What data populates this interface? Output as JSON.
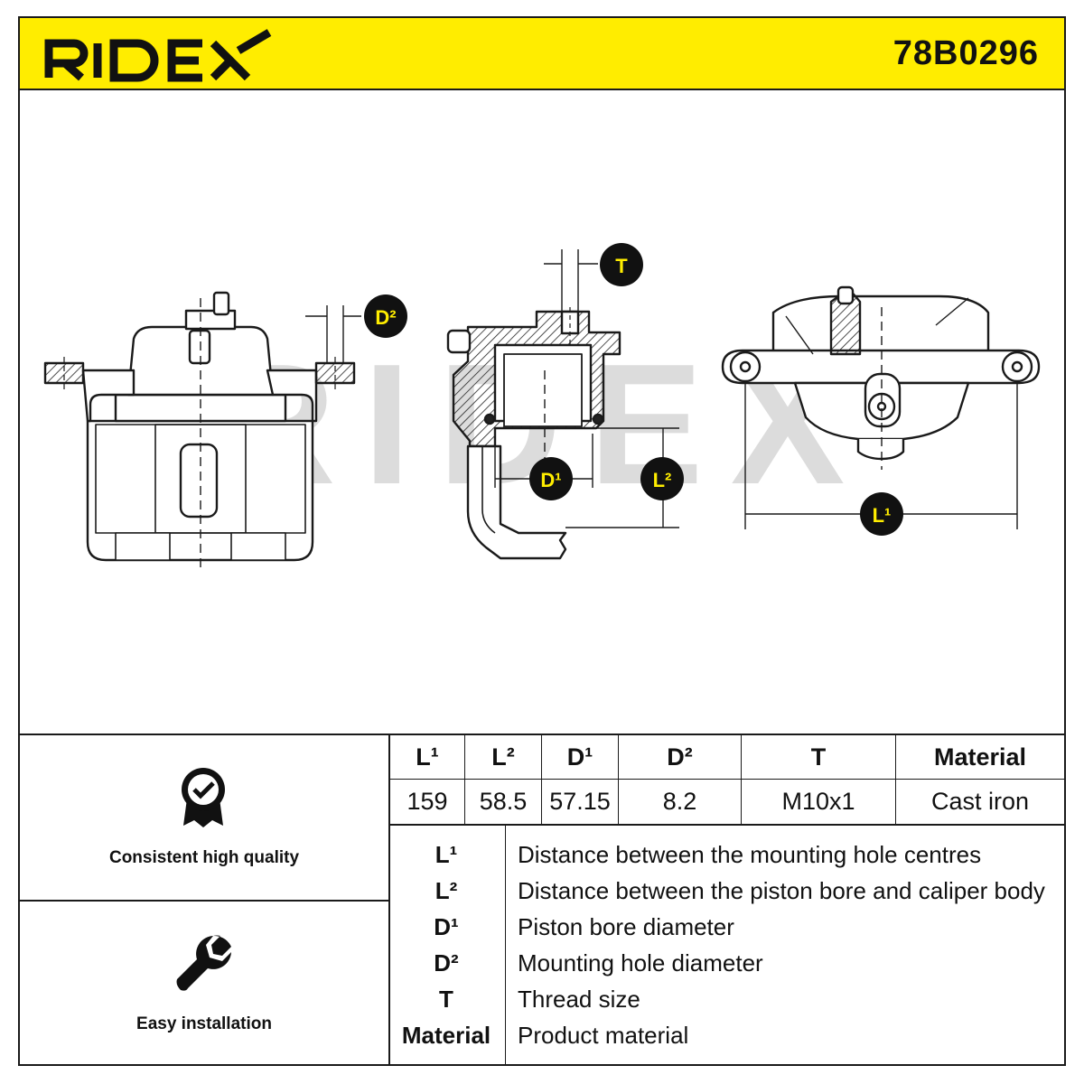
{
  "header": {
    "brand": "RIDEX",
    "part_number": "78B0296",
    "brand_color": "#ffed00"
  },
  "watermark": "RIDEX",
  "callouts": {
    "d2": "D²",
    "t": "T",
    "d1": "D¹",
    "l2": "L²",
    "l1": "L¹"
  },
  "features": [
    {
      "icon": "quality-badge-icon",
      "label": "Consistent high quality"
    },
    {
      "icon": "wrench-icon",
      "label": "Easy installation"
    }
  ],
  "spec_table": {
    "headers": [
      "L¹",
      "L²",
      "D¹",
      "D²",
      "T",
      "Material"
    ],
    "values": [
      "159",
      "58.5",
      "57.15",
      "8.2",
      "M10x1",
      "Cast iron"
    ]
  },
  "legend": [
    {
      "key": "L¹",
      "description": "Distance between the mounting hole centres"
    },
    {
      "key": "L²",
      "description": "Distance between the piston bore and caliper body"
    },
    {
      "key": "D¹",
      "description": "Piston bore diameter"
    },
    {
      "key": "D²",
      "description": "Mounting hole diameter"
    },
    {
      "key": "T",
      "description": "Thread size"
    },
    {
      "key": "Material",
      "description": "Product material"
    }
  ]
}
